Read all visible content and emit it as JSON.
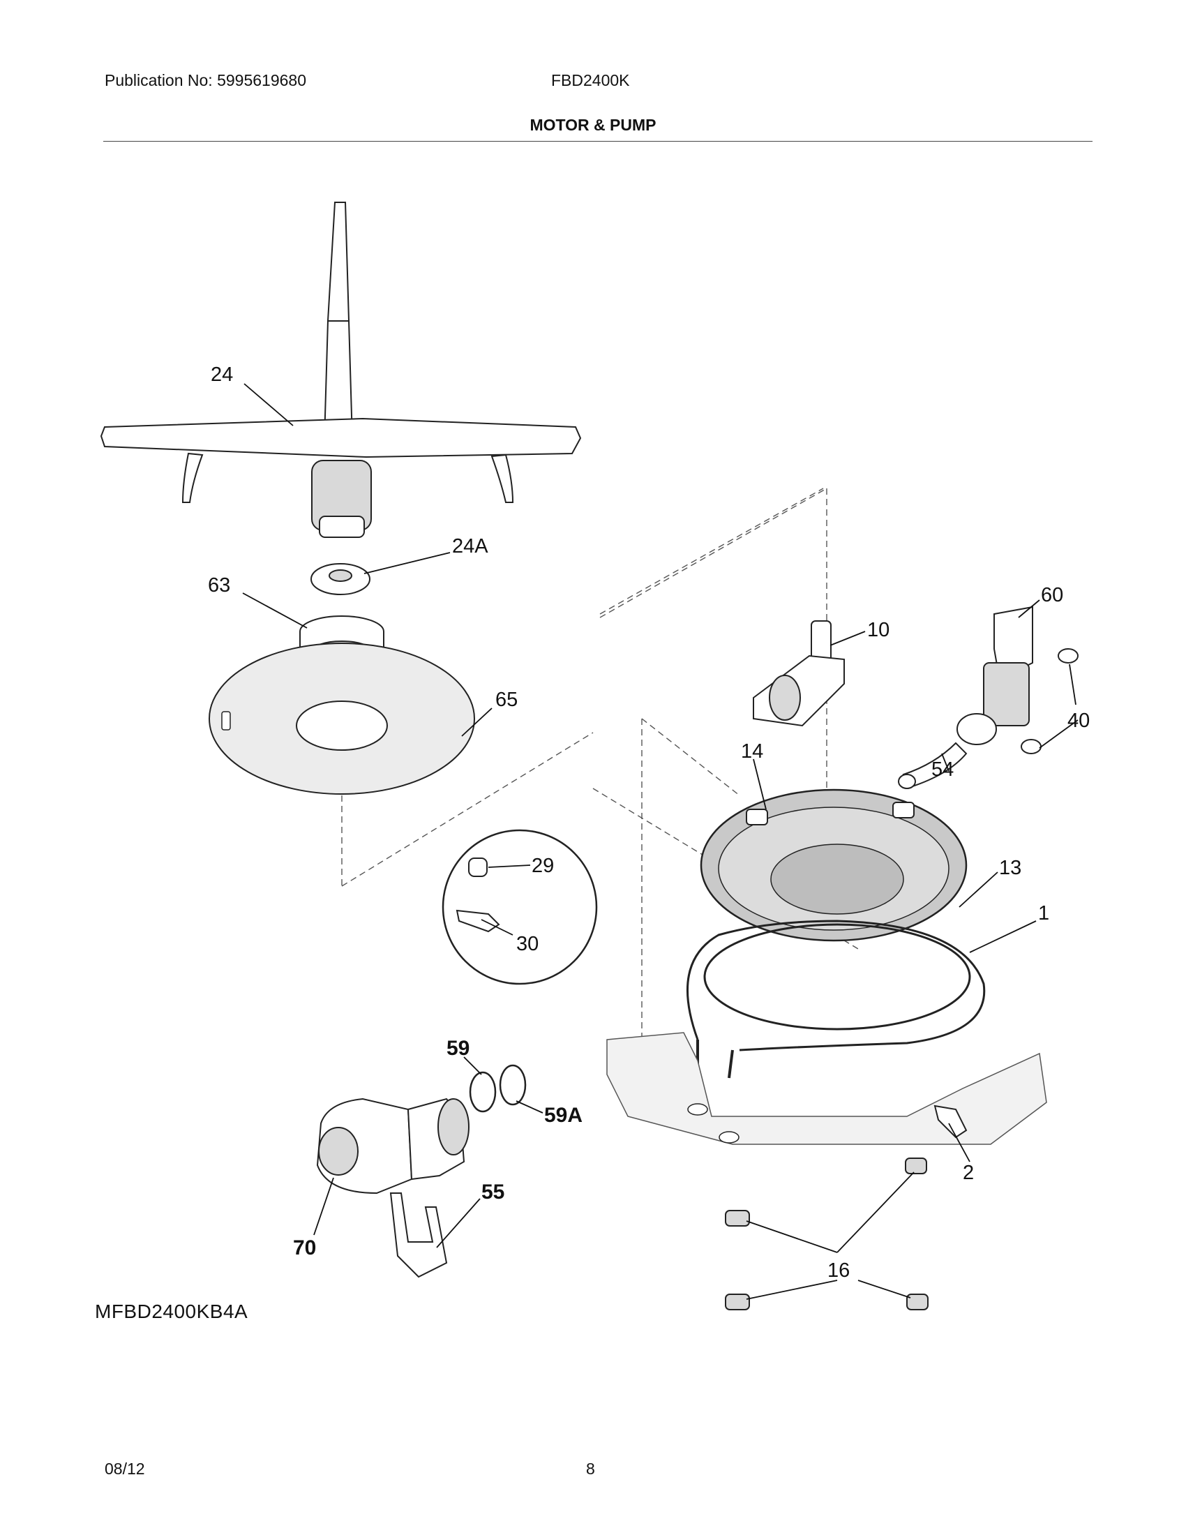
{
  "header": {
    "publication": "Publication No: 5995619680",
    "model": "FBD2400K",
    "section_title": "MOTOR & PUMP"
  },
  "diagram_code": "MFBD2400KB4A",
  "footer": {
    "date": "08/12",
    "page_number": "8"
  },
  "callouts": {
    "c24": "24",
    "c24a": "24A",
    "c63": "63",
    "c65": "65",
    "c10": "10",
    "c60": "60",
    "c40": "40",
    "c54": "54",
    "c14": "14",
    "c13": "13",
    "c1": "1",
    "c29": "29",
    "c30": "30",
    "c59": "59",
    "c59a": "59A",
    "c2": "2",
    "c55": "55",
    "c70": "70",
    "c16": "16"
  }
}
